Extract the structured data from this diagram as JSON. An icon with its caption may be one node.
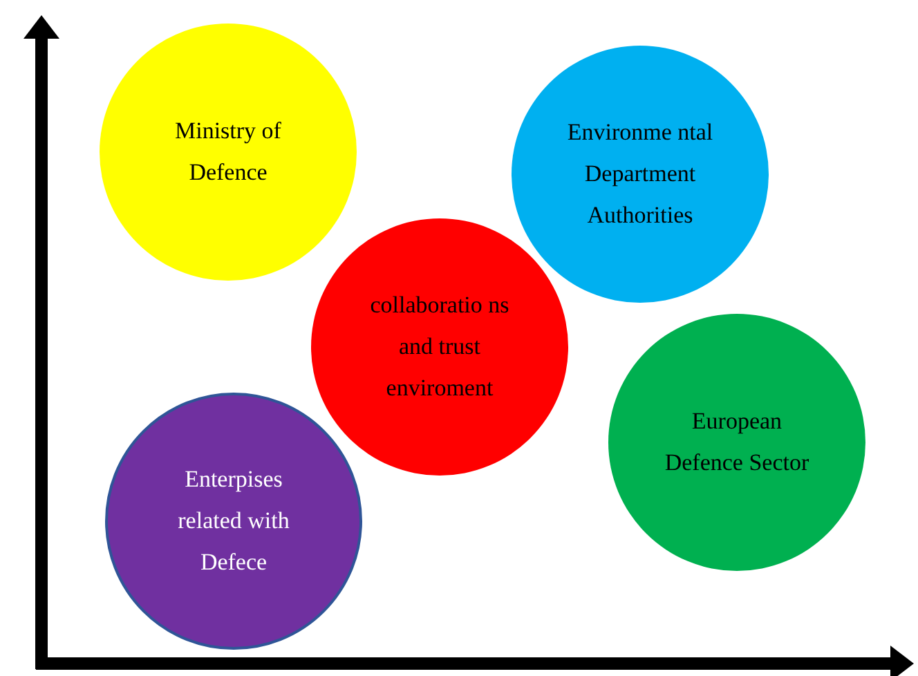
{
  "diagram": {
    "nodes": [
      {
        "text": [
          "Ministry of Defence"
        ]
      },
      {
        "text": [
          "Environme ntal Department Authorities"
        ]
      },
      {
        "text": [
          "collaboratio ns and trust enviroment"
        ]
      },
      {
        "text": [
          "European Defence Sector"
        ]
      },
      {
        "text": [
          "Enterpises related with Defece"
        ]
      }
    ],
    "edges": []
  }
}
